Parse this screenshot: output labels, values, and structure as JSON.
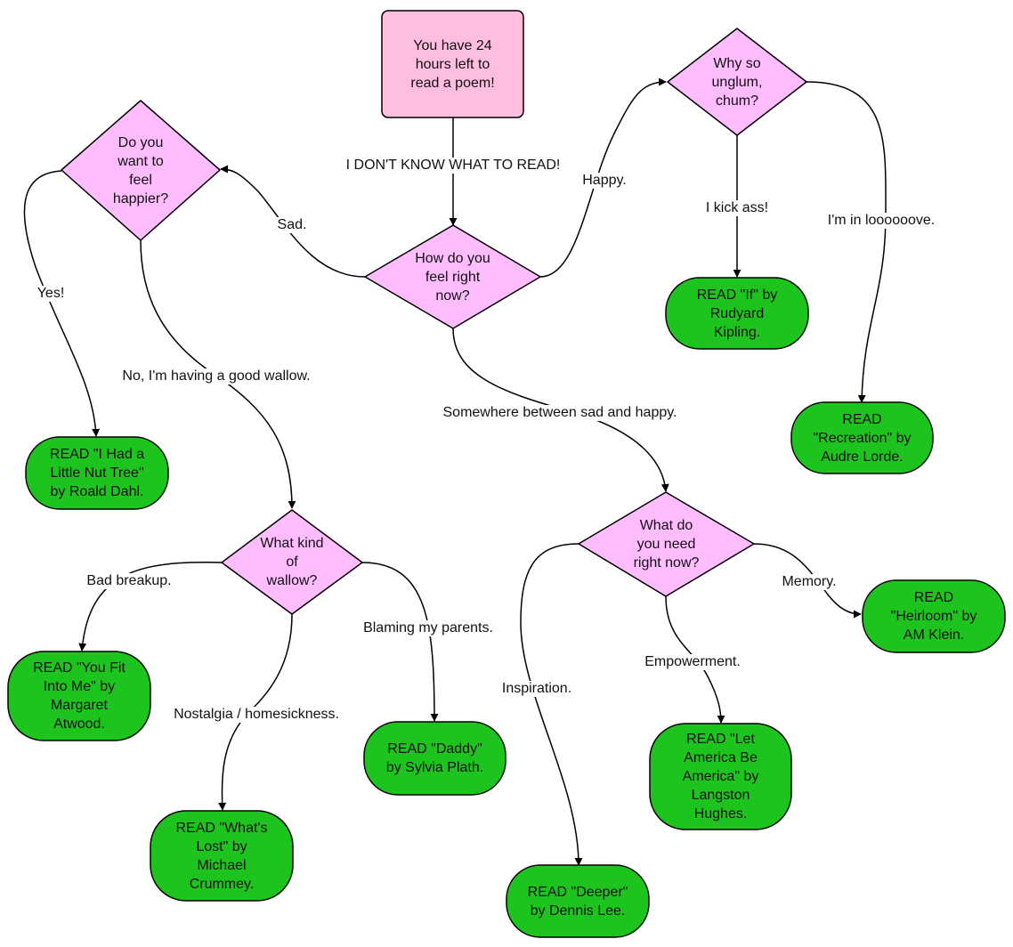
{
  "colors": {
    "start": "#ffbde0",
    "decision": "#ffbcff",
    "result": "#1ec41e",
    "stroke": "#000000"
  },
  "nodes": {
    "start": "You have 24\nhours left to\nread a poem!",
    "how_feel": "How do you\nfeel right\nnow?",
    "why_unglum": "Why so\nunglum,\nchum?",
    "want_happier": "Do you\nwant to\nfeel\nhappier?",
    "what_wallow": "What kind\nof\nwallow?",
    "what_need": "What do\nyou need\nright now?",
    "read_if": "READ \"If\" by\nRudyard\nKipling.",
    "read_recreation": "READ\n\"Recreation\" by\nAudre Lorde.",
    "read_nut_tree": "READ \"I Had a\nLittle Nut Tree\"\nby Roald Dahl.",
    "read_you_fit": "READ \"You Fit\nInto Me\" by\nMargaret\nAtwood.",
    "read_whats_lost": "READ \"What's\nLost\" by\nMichael\nCrummey.",
    "read_daddy": "READ \"Daddy\"\nby Sylvia Plath.",
    "read_deeper": "READ \"Deeper\"\nby Dennis Lee.",
    "read_let_america": "READ \"Let\nAmerica Be\nAmerica\" by\nLangston\nHughes.",
    "read_heirloom": "READ\n\"Heirloom\" by\nAM Klein."
  },
  "edges": {
    "dont_know": "I DON'T KNOW WHAT TO READ!",
    "happy": "Happy.",
    "sad": "Sad.",
    "kick_ass": "I kick ass!",
    "in_love": "I'm in loooooove.",
    "yes": "Yes!",
    "good_wallow": "No, I'm having a good wallow.",
    "between": "Somewhere between sad and happy.",
    "bad_breakup": "Bad breakup.",
    "nostalgia": "Nostalgia / homesickness.",
    "blaming_parents": "Blaming my parents.",
    "memory": "Memory.",
    "empowerment": "Empowerment.",
    "inspiration": "Inspiration."
  }
}
